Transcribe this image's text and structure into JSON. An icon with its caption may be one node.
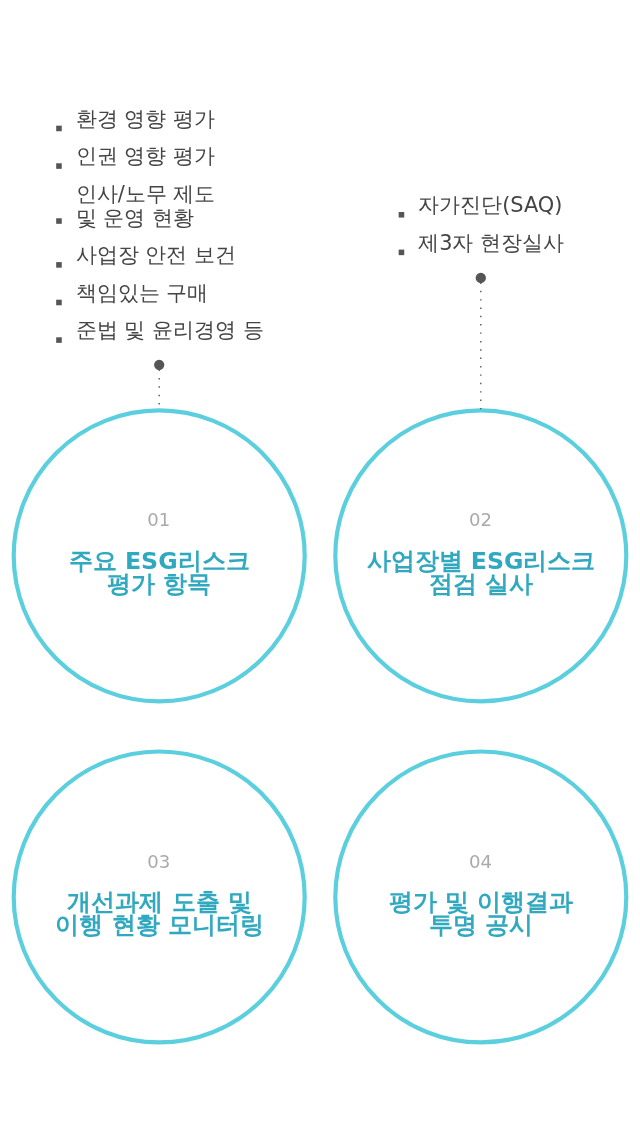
{
  "diagram": {
    "nodes": [
      {
        "text": [
          "환경 영향 평가",
          "인권 영향 평가",
          "인사/노무 제도 및 운영 현황",
          "사업장 안전 보건",
          "책임있는 구매",
          "준법 및 윤리경영 등"
        ]
      },
      {
        "text": [
          "자가진단(SAQ)",
          "제3자 현장실사"
        ]
      },
      {
        "text": [
          "01",
          "주요 ESG리스크 평가 항목"
        ]
      },
      {
        "text": [
          "02",
          "사업장별 ESG리스크 점검 실사"
        ]
      },
      {
        "text": [
          "03",
          "개선과제 도출 및 이행 현황 모니터링"
        ]
      },
      {
        "text": [
          "04",
          "평가 및 이행결과 투명 공시"
        ]
      }
    ],
    "edges": [
      {
        "from": 0,
        "to": 2,
        "arrow": "other",
        "style": "dashed"
      },
      {
        "from": 1,
        "to": 3,
        "arrow": "other",
        "style": "dashed"
      }
    ]
  }
}
